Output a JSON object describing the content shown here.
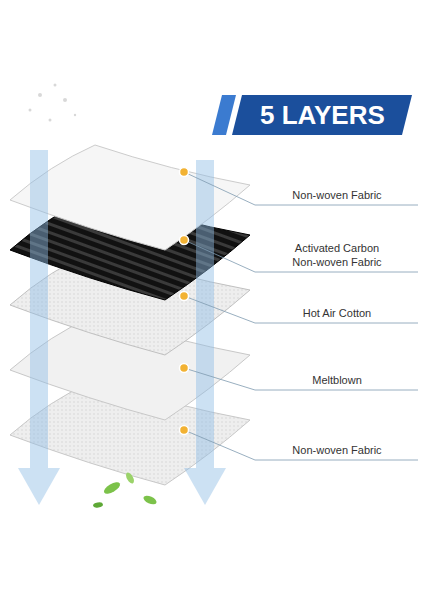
{
  "diagram": {
    "title": "5 LAYERS",
    "labels": [
      "Non-woven Fabric",
      "Activated Carbon Non-woven Fabric",
      "Hot Air Cotton",
      "Meltblown",
      "Non-woven Fabric"
    ]
  }
}
